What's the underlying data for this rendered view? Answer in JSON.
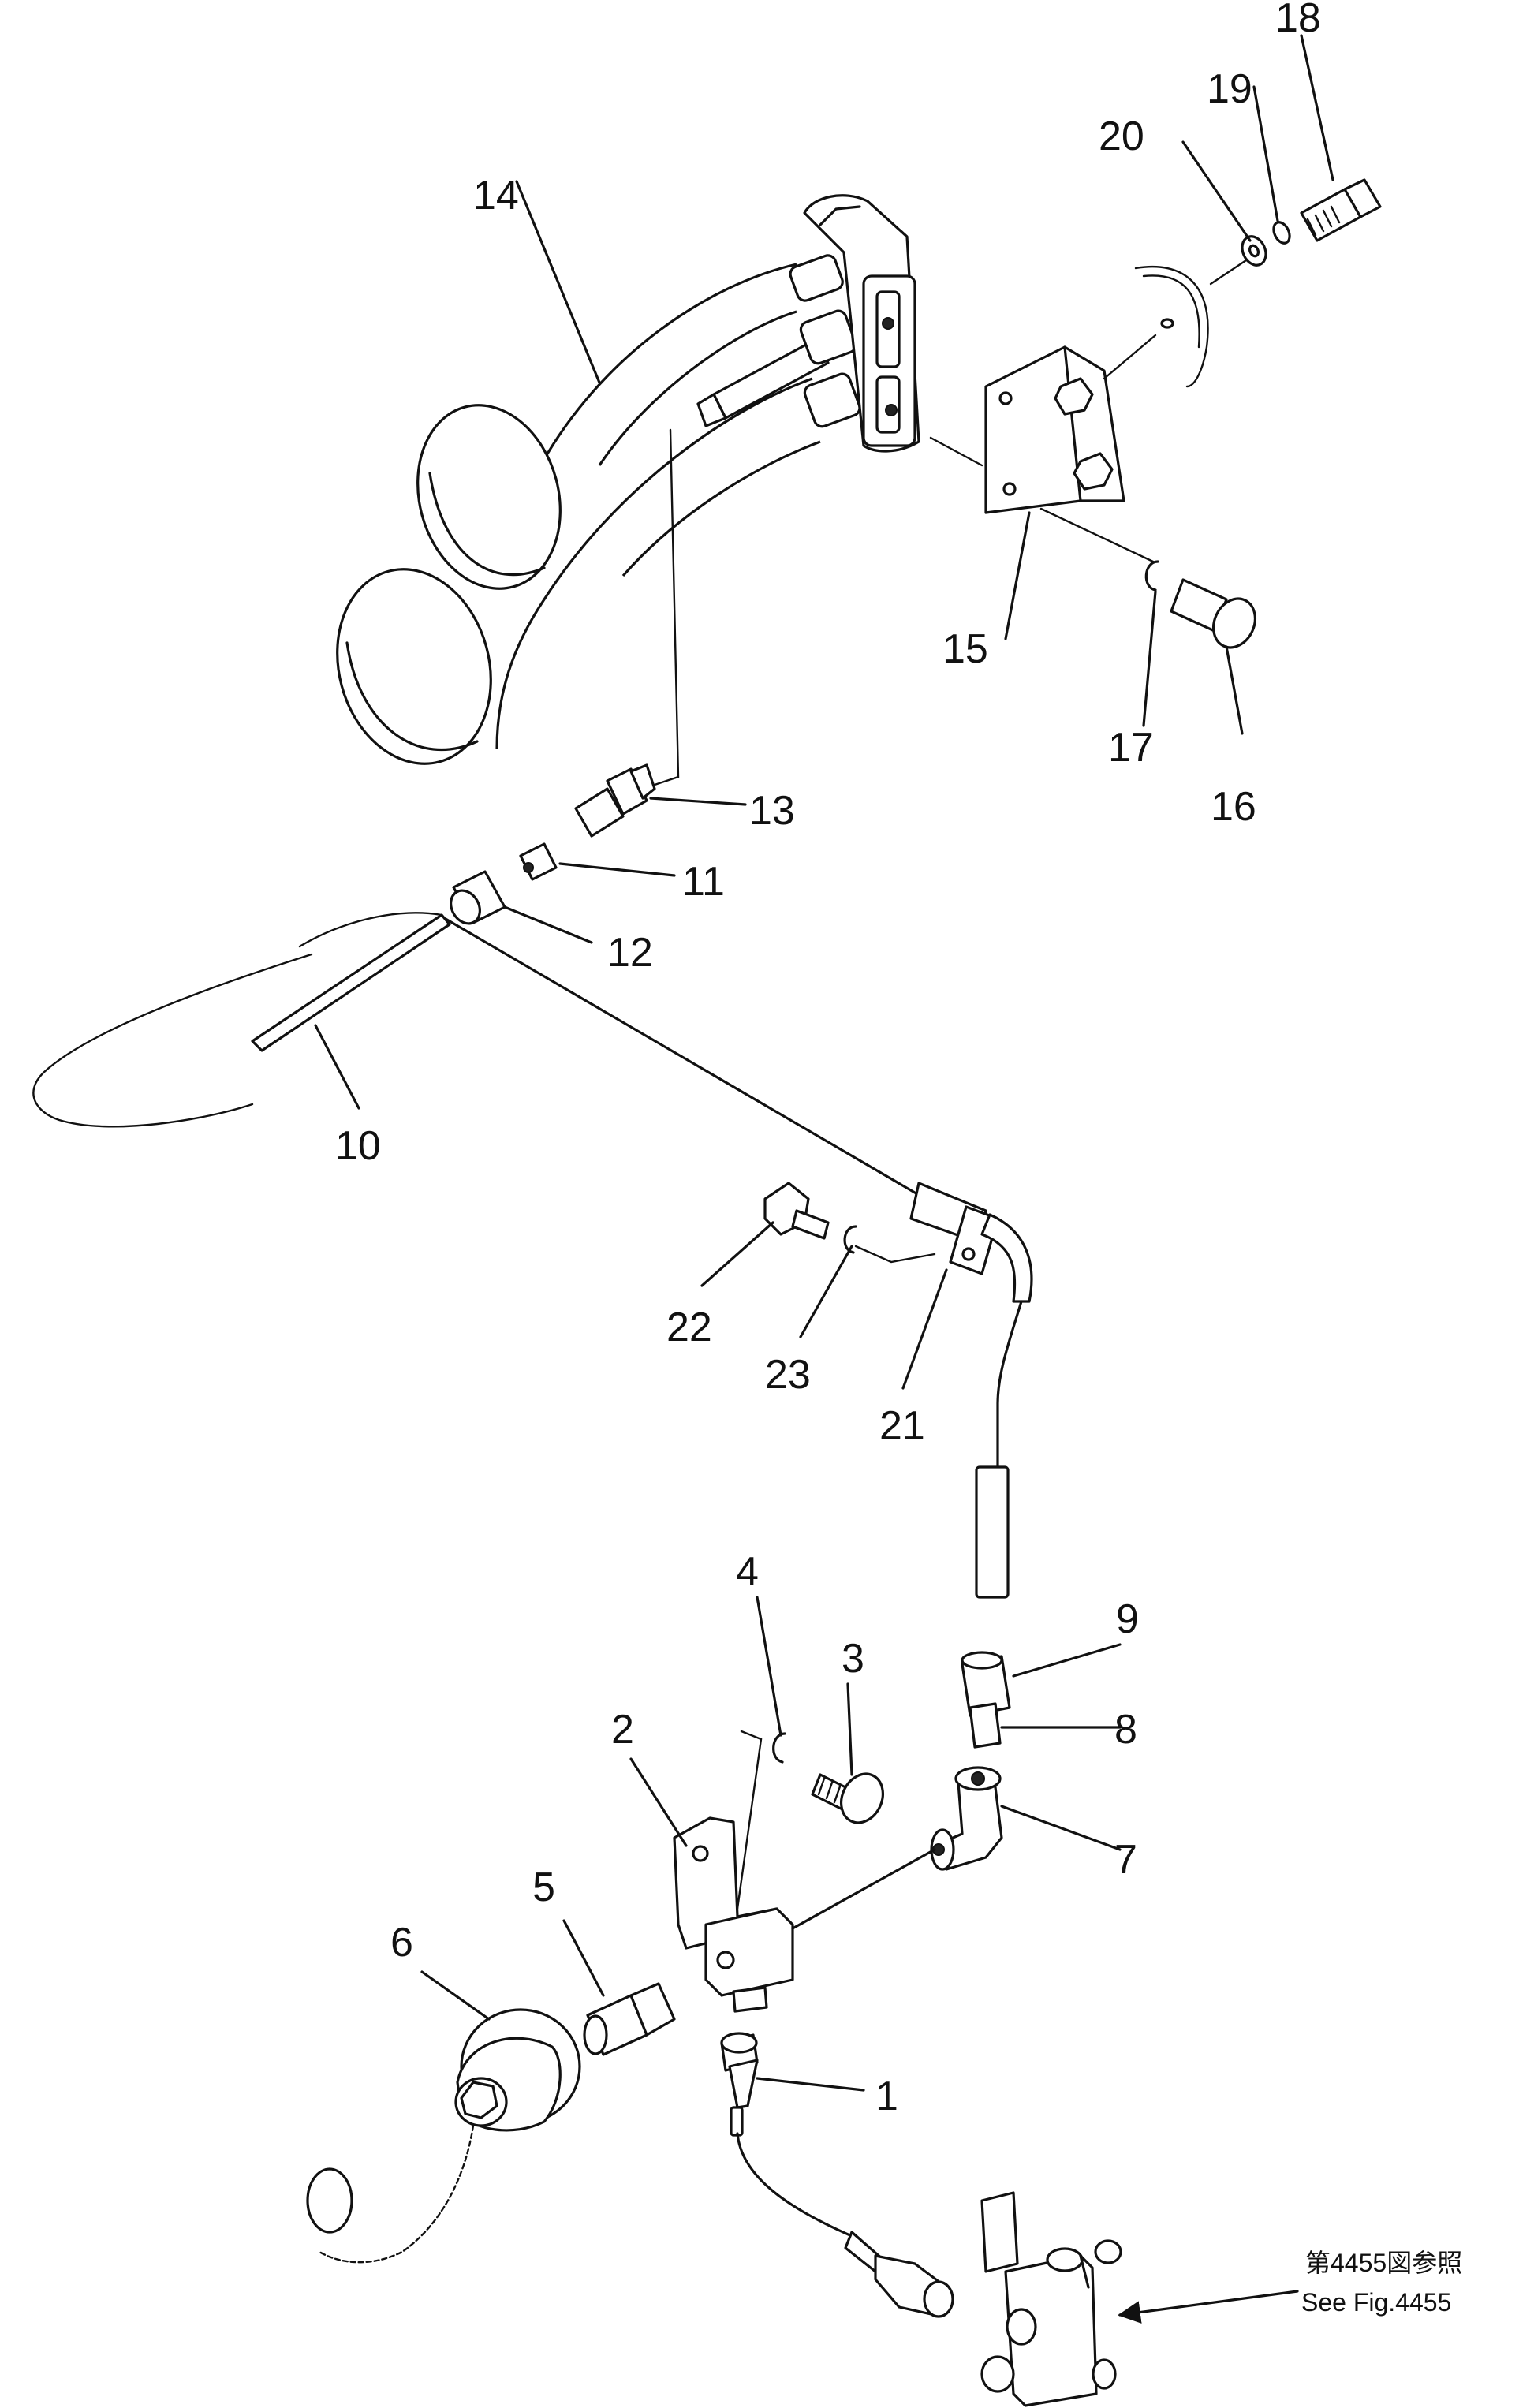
{
  "parts": [
    {
      "number": "1"
    },
    {
      "number": "2"
    },
    {
      "number": "3"
    },
    {
      "number": "4"
    },
    {
      "number": "5"
    },
    {
      "number": "6"
    },
    {
      "number": "7"
    },
    {
      "number": "8"
    },
    {
      "number": "9"
    },
    {
      "number": "10"
    },
    {
      "number": "11"
    },
    {
      "number": "12"
    },
    {
      "number": "13"
    },
    {
      "number": "14"
    },
    {
      "number": "15"
    },
    {
      "number": "16"
    },
    {
      "number": "17"
    },
    {
      "number": "18"
    },
    {
      "number": "19"
    },
    {
      "number": "20"
    },
    {
      "number": "21"
    },
    {
      "number": "22"
    },
    {
      "number": "23"
    }
  ],
  "reference": {
    "jp": "第4455図参照",
    "en": "See  Fig.4455"
  }
}
